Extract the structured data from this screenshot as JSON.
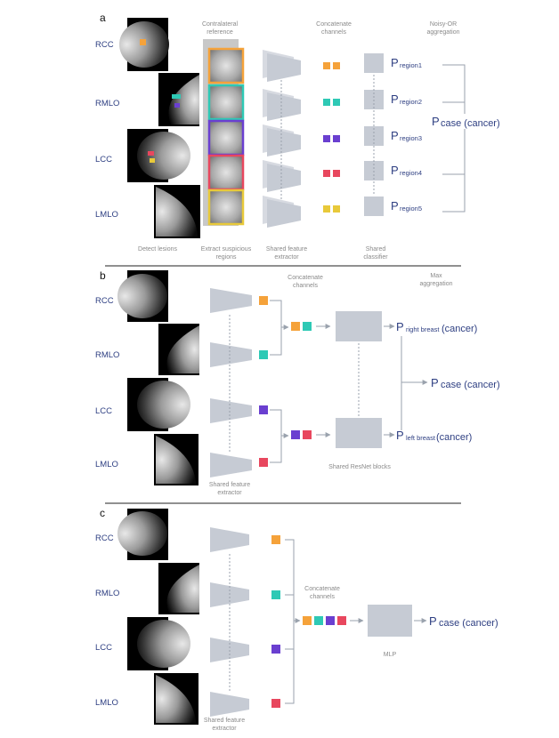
{
  "panels": {
    "a": {
      "label": "a",
      "views": [
        "RCC",
        "RMLO",
        "LCC",
        "LMLO"
      ],
      "captions": {
        "detect": "Detect lesions",
        "extract_1": "Extract suspicious",
        "extract_2": "regions",
        "extractor_1": "Shared feature",
        "extractor_2": "extractor",
        "classifier_1": "Shared",
        "classifier_2": "classifier",
        "contralateral_1": "Contralateral",
        "contralateral_2": "reference",
        "concat_1": "Concatenate",
        "concat_2": "channels",
        "agg_1": "Noisy-OR",
        "agg_2": "aggregation"
      },
      "p_symbol": "P",
      "region_labels": [
        "region1",
        "region2",
        "region3",
        "region4",
        "region5"
      ],
      "case_label": "case (cancer)",
      "region_colors": [
        "#f5a23a",
        "#2ec9b5",
        "#6a3fd0",
        "#e8475e",
        "#e8c93a"
      ]
    },
    "b": {
      "label": "b",
      "views": [
        "RCC",
        "RMLO",
        "LCC",
        "LMLO"
      ],
      "captions": {
        "concat_1": "Concatenate",
        "concat_2": "channels",
        "agg_1": "Max",
        "agg_2": "aggregation",
        "resnet": "Shared ResNet blocks",
        "extractor_1": "Shared feature",
        "extractor_2": "extractor"
      },
      "p_symbol": "P",
      "right_label": "right breast",
      "left_label": "left breast",
      "cancer_suffix": "(cancer)",
      "case_label": "case (cancer)"
    },
    "c": {
      "label": "c",
      "views": [
        "RCC",
        "RMLO",
        "LCC",
        "LMLO"
      ],
      "captions": {
        "concat_1": "Concatenate",
        "concat_2": "channels",
        "mlp": "MLP",
        "extractor_1": "Shared feature",
        "extractor_2": "extractor"
      },
      "p_symbol": "P",
      "case_label": "case (cancer)"
    }
  },
  "colors": {
    "orange": "#f5a23a",
    "teal": "#2ec9b5",
    "purple": "#6a3fd0",
    "red": "#e8475e",
    "yellow": "#e8c93a",
    "label_blue": "#2e3f82",
    "block_gray": "#c6cbd4",
    "arrow_gray": "#9aa2ad"
  },
  "icons": [
    "mammogram-image",
    "feature-extractor-trapezoid",
    "feature-cube-icon",
    "arrow-icon",
    "classifier-block"
  ]
}
